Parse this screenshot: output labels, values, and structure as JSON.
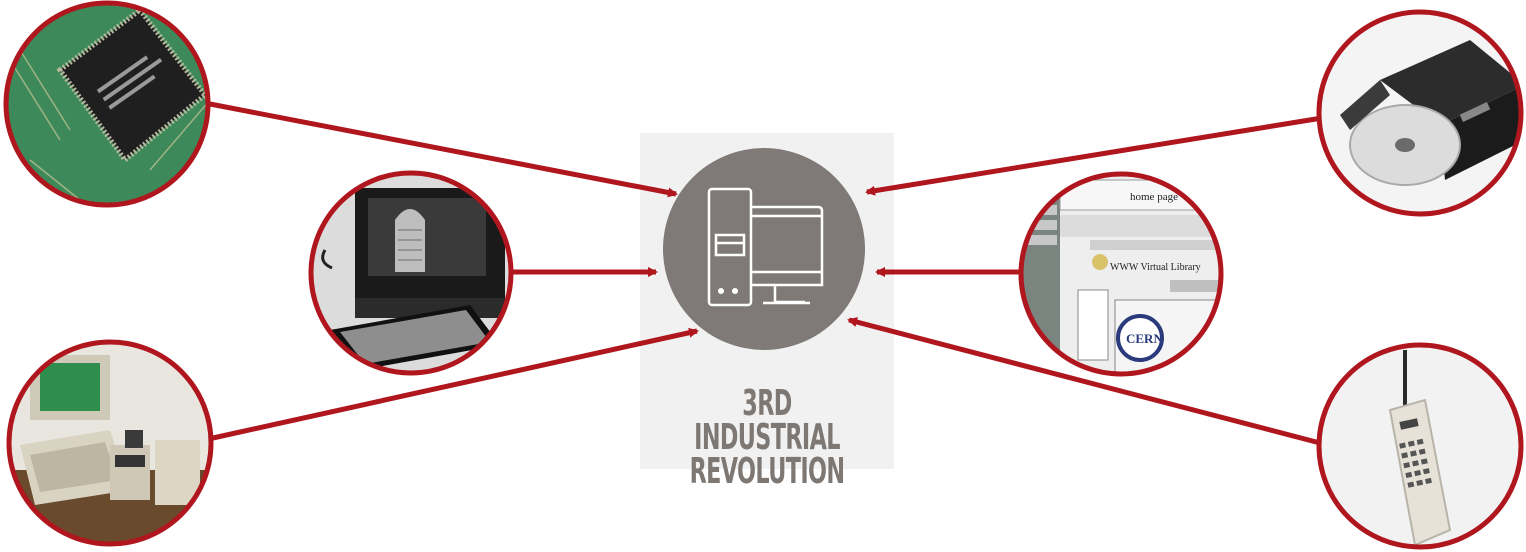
{
  "colors": {
    "arrow": "#b0161d",
    "ring": "#b0161d",
    "hub": "#7f7a77",
    "hub_icon": "#ffffff",
    "panel": "#f1f1f1",
    "label": "#7d7874"
  },
  "hub": {
    "icon": "desktop-computer-icon",
    "label_line1": "3RD INDUSTRIAL",
    "label_line2": "REVOLUTION"
  },
  "thumbnails": [
    {
      "id": "integrated-circuit",
      "icon": "microchip-photo"
    },
    {
      "id": "early-computer",
      "icon": "vintage-computer-photo"
    },
    {
      "id": "home-computer",
      "icon": "personal-computer-photo"
    },
    {
      "id": "cd-drive",
      "icon": "optical-disc-drive-photo"
    },
    {
      "id": "world-wide-web",
      "icon": "web-browser-screenshot",
      "visible_text": [
        "home page",
        "CERN"
      ]
    },
    {
      "id": "mobile-phone",
      "icon": "brick-cellphone-photo"
    }
  ]
}
